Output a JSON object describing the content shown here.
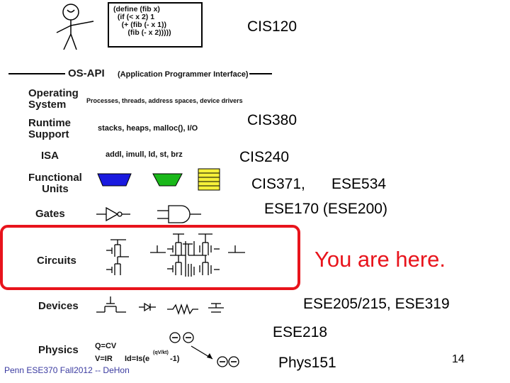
{
  "code_box": {
    "lines": [
      "(define (fib x)",
      "  (if (< x 2) 1",
      "    (+ (fib (- x 1))",
      "       (fib (- x 2)))))"
    ]
  },
  "os_api": {
    "label": "OS-API",
    "note": "(Application Programmer Interface)"
  },
  "layers": [
    {
      "name": "Operating\nSystem",
      "detail": "Processes, threads, address spaces, device drivers"
    },
    {
      "name": "Runtime\nSupport",
      "detail": "stacks, heaps, malloc(), I/O"
    },
    {
      "name": "ISA",
      "detail": "addl, imull, ld, st, brz"
    },
    {
      "name": "Functional\nUnits",
      "detail": ""
    },
    {
      "name": "Gates",
      "detail": ""
    },
    {
      "name": "Circuits",
      "detail": ""
    },
    {
      "name": "Devices",
      "detail": ""
    },
    {
      "name": "Physics",
      "detail": ""
    }
  ],
  "physics_eq": {
    "line1": "Q=CV",
    "line2": "V=IR",
    "line3": "Id=Is(e",
    "exponent": "(qV/kt)",
    "tail": "-1)"
  },
  "courses": {
    "cis120": "CIS120",
    "cis380": "CIS380",
    "cis240": "CIS240",
    "cis371": "CIS371,",
    "ese534": "ESE534",
    "ese170": "ESE170 (ESE200)",
    "here": "You are here.",
    "ese205": "ESE205/215, ESE319",
    "ese218": "ESE218",
    "phys151": "Phys151"
  },
  "footer": {
    "credit": "Penn ESE370 Fall2012 -- DeHon",
    "page": "14"
  },
  "colors": {
    "highlight": "#e8141c",
    "fu_left": "#1a1adf",
    "fu_mid": "#1ab81a",
    "fu_right": "#f5f03a"
  }
}
